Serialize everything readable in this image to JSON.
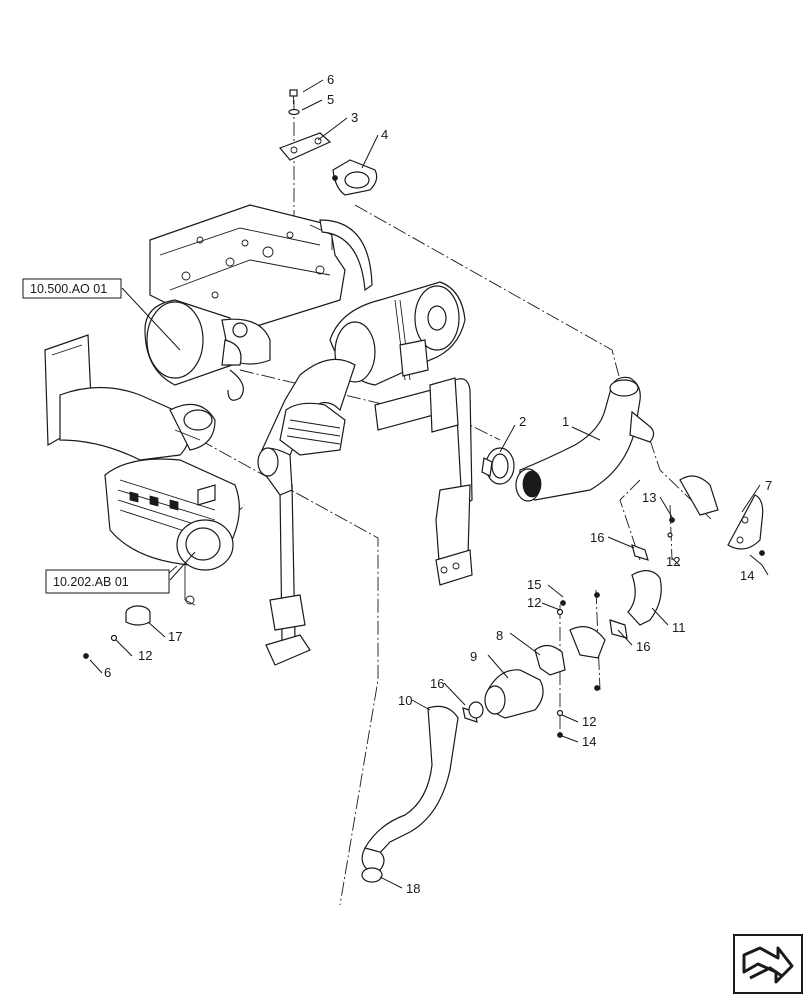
{
  "callouts": {
    "c1": "1",
    "c2": "2",
    "c3": "3",
    "c4": "4",
    "c5": "5",
    "c6a": "6",
    "c6b": "6",
    "c7": "7",
    "c8": "8",
    "c9": "9",
    "c10": "10",
    "c11": "11",
    "c12a": "12",
    "c12b": "12",
    "c12c": "12",
    "c12d": "12",
    "c13": "13",
    "c14a": "14",
    "c14b": "14",
    "c15": "15",
    "c16a": "16",
    "c16b": "16",
    "c16c": "16",
    "c17": "17",
    "c18": "18"
  },
  "references": {
    "ref_a": "10.500.AO 01",
    "ref_b": "10.202.AB 01"
  },
  "icons": {
    "nav": "next-page-arrow-icon"
  }
}
